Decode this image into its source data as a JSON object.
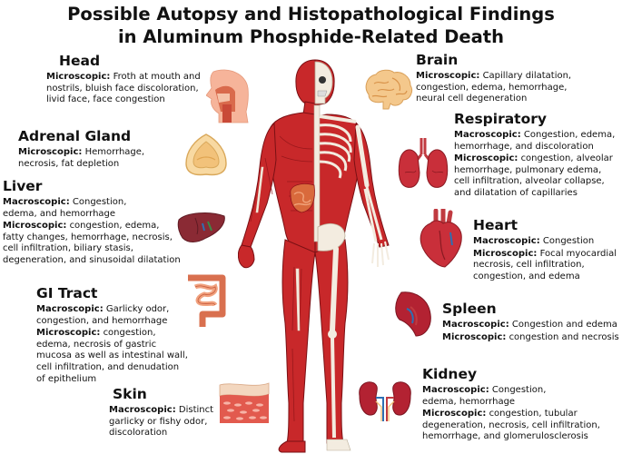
{
  "title": {
    "line1": "Possible Autopsy and Histopathological Findings",
    "line2": "in Aluminum Phosphide-Related Death"
  },
  "sections": {
    "head": {
      "heading": "Head",
      "micro_label": "Microscopic:",
      "micro_text": "Froth at mouth and nostrils, bluish face discoloration, livid face, face congestion"
    },
    "adrenal": {
      "heading": "Adrenal Gland",
      "micro_label": "Microscopic:",
      "micro_text": "Hemorrhage, necrosis, fat depletion"
    },
    "liver": {
      "heading": "Liver",
      "macro_label": "Macroscopic:",
      "macro_text": "Congestion, edema, and hemorrhage",
      "micro_label": "Microscopic:",
      "micro_text": "congestion, edema, fatty changes, hemorrhage, necrosis, cell infiltration, biliary stasis, degeneration, and sinusoidal dilatation"
    },
    "gi": {
      "heading": "GI Tract",
      "macro_label": "Macroscopic:",
      "macro_text": "Garlicky odor, congestion, and hemorrhage",
      "micro_label": "Microscopic:",
      "micro_text": "congestion, edema, necrosis of gastric mucosa as well as intestinal wall, cell infiltration, and denudation of epithelium"
    },
    "skin": {
      "heading": "Skin",
      "macro_label": "Macroscopic:",
      "macro_text": "Distinct garlicky or fishy odor, discoloration"
    },
    "brain": {
      "heading": "Brain",
      "micro_label": "Microscopic:",
      "micro_text": "Capillary dilatation, congestion, edema, hemorrhage, neural cell degeneration"
    },
    "respiratory": {
      "heading": "Respiratory",
      "macro_label": "Macroscopic:",
      "macro_text": "Congestion, edema, hemorrhage, and discoloration",
      "micro_label": "Microscopic:",
      "micro_text": "congestion, alveolar hemorrhage, pulmonary edema, cell infiltration, alveolar collapse, and dilatation of capillaries"
    },
    "heart": {
      "heading": "Heart",
      "macro_label": "Macroscopic:",
      "macro_text": "Congestion",
      "micro_label": "Microscopic:",
      "micro_text": "Focal myocardial necrosis, cell infiltration, congestion, and edema"
    },
    "spleen": {
      "heading": "Spleen",
      "macro_label": "Macroscopic:",
      "macro_text": "Congestion and edema",
      "micro_label": "Microscopic:",
      "micro_text": "congestion and necrosis"
    },
    "kidney": {
      "heading": "Kidney",
      "macro_label": "Macroscopic:",
      "macro_text": "Congestion, edema, hemorrhage",
      "micro_label": "Microscopic:",
      "micro_text": "congestion, tubular degeneration, necrosis, cell infiltration, hemorrhage, and glomerulosclerosis"
    }
  },
  "icons": {
    "body": "human-anatomy-figure",
    "head": "head-profile-icon",
    "adrenal": "adrenal-gland-icon",
    "liver": "liver-icon",
    "gi": "intestines-icon",
    "skin": "skin-layer-icon",
    "brain": "brain-icon",
    "respiratory": "lungs-icon",
    "heart": "heart-icon",
    "spleen": "spleen-icon",
    "kidney": "kidneys-icon"
  },
  "colors": {
    "muscle": "#c8282a",
    "muscle_dark": "#8e1418",
    "bone": "#f3ece0",
    "skin": "#f2a88a",
    "text": "#111111"
  }
}
